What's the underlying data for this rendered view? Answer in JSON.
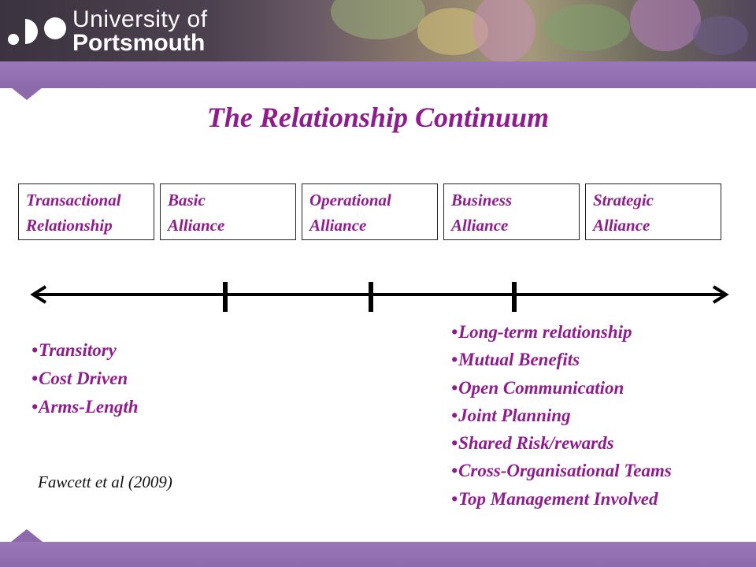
{
  "header": {
    "university_line1": "University of",
    "university_line2": "Portsmouth"
  },
  "title": "The Relationship Continuum",
  "stages": [
    {
      "label": "Transactional\nRelationship"
    },
    {
      "label": "Basic\nAlliance"
    },
    {
      "label": "Operational\nAlliance"
    },
    {
      "label": "Business\nAlliance"
    },
    {
      "label": "Strategic\nAlliance"
    }
  ],
  "left_points": [
    "Transitory",
    "Cost Driven",
    "Arms-Length"
  ],
  "right_points": [
    "Long-term relationship",
    "Mutual Benefits",
    "Open Communication",
    "Joint Planning",
    "Shared Risk/rewards",
    "Cross-Organisational Teams",
    "Top Management Involved"
  ],
  "citation": "Fawcett et al (2009)",
  "colors": {
    "accent": "#8f1b8f",
    "band": "#8c6aab",
    "header": "#4d4150"
  }
}
